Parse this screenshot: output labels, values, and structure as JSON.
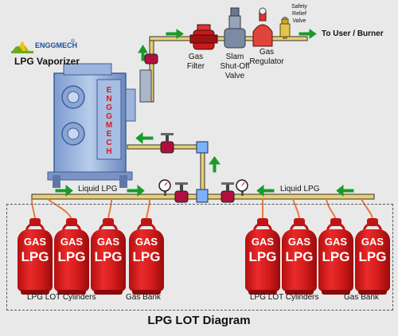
{
  "brand": {
    "name": "ENGGMECH",
    "reg": "®"
  },
  "vaporizer": {
    "title": "LPG Vaporizer",
    "side_text": [
      "E",
      "N",
      "G",
      "G",
      "M",
      "E",
      "C",
      "H"
    ]
  },
  "components": {
    "gas_filter": [
      "Gas",
      "Filter"
    ],
    "slam_valve": [
      "Slam",
      "Shut-Off",
      "Valve"
    ],
    "gas_regulator": [
      "Gas",
      "Regulator"
    ],
    "safety_valve": [
      "Safety",
      "Relief",
      "Valve"
    ]
  },
  "outlet_label": "To User / Burner",
  "flow_labels": {
    "left": "Liquid LPG",
    "right": "Liquid LPG"
  },
  "cylinder": {
    "line1": "GAS",
    "line2": "LPG"
  },
  "banks": {
    "left": {
      "cylinders_label": "LPG LOT Cylinders",
      "bank_label": "Gas Bank"
    },
    "right": {
      "cylinders_label": "LPG LOT Cylinders",
      "bank_label": "Gas Bank"
    }
  },
  "diagram_title": "LPG LOT Diagram",
  "colors": {
    "arrow": "#1a9a2a",
    "pipe": "#e0c060",
    "cylinder": "#d41c1c",
    "valve": "#b01040"
  }
}
